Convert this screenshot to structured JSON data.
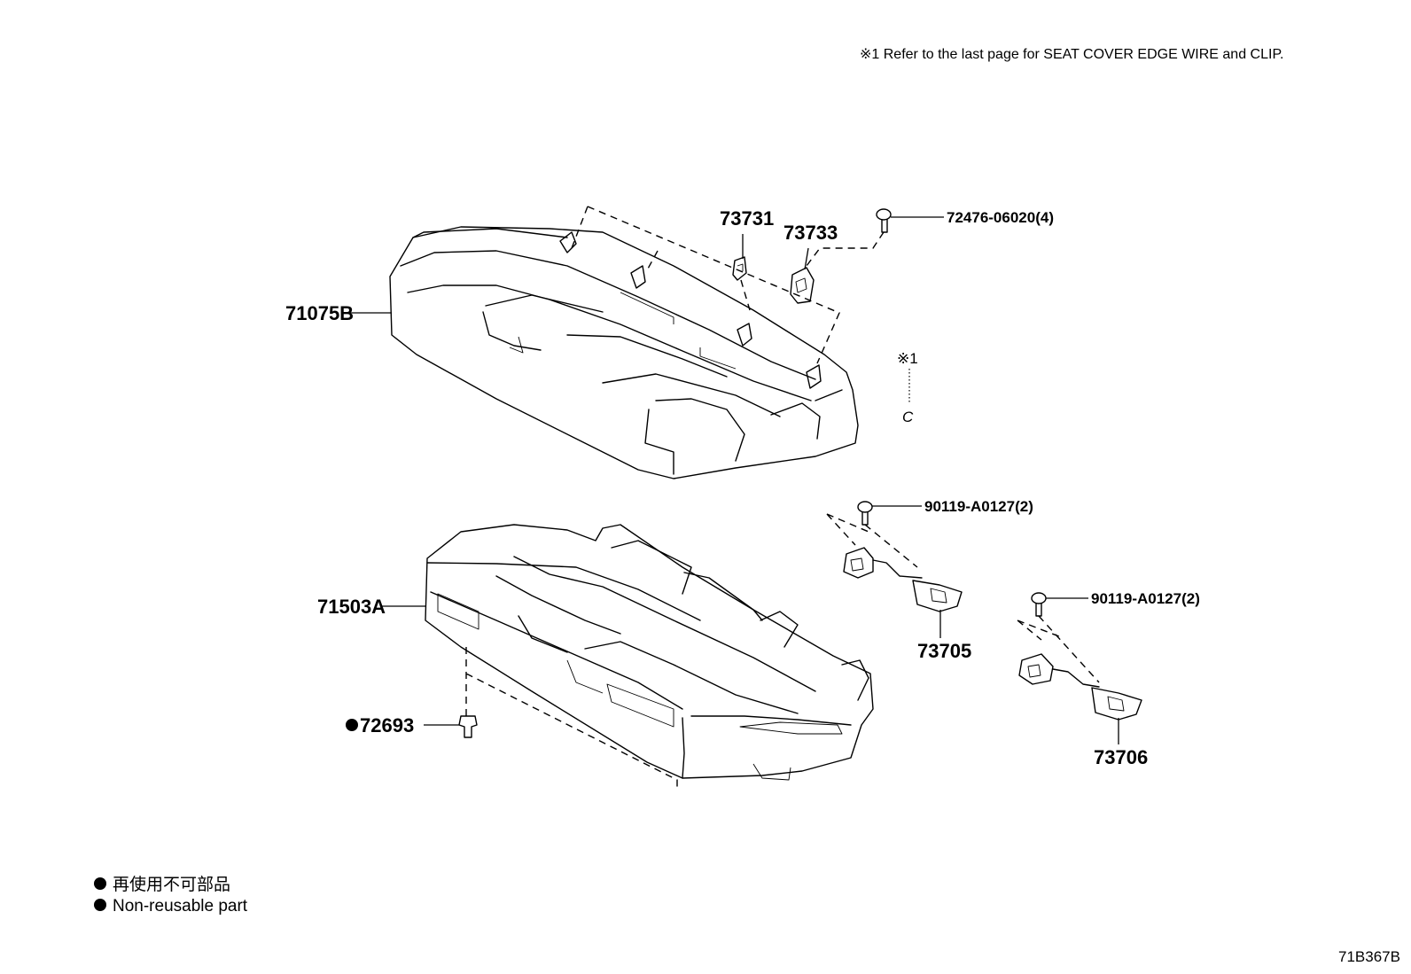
{
  "header_note": "※1  Refer to the last page  for SEAT COVER EDGE WIRE and CLIP.",
  "note_marker": "※1",
  "note_clip_glyph": "C",
  "callouts": {
    "seat_back": "71075B",
    "seat_cushion": "71503A",
    "clip_72693": "72693",
    "part_73731": "73731",
    "part_73733": "73733",
    "bolt_72476": "72476-06020(4)",
    "bolt_90119_a": "90119-A0127(2)",
    "bolt_90119_b": "90119-A0127(2)",
    "bracket_73705": "73705",
    "bracket_73706": "73706"
  },
  "legend": {
    "line_jp": "再使用不可部品",
    "line_en": "Non-reusable part"
  },
  "figure_ref": "71B367B"
}
